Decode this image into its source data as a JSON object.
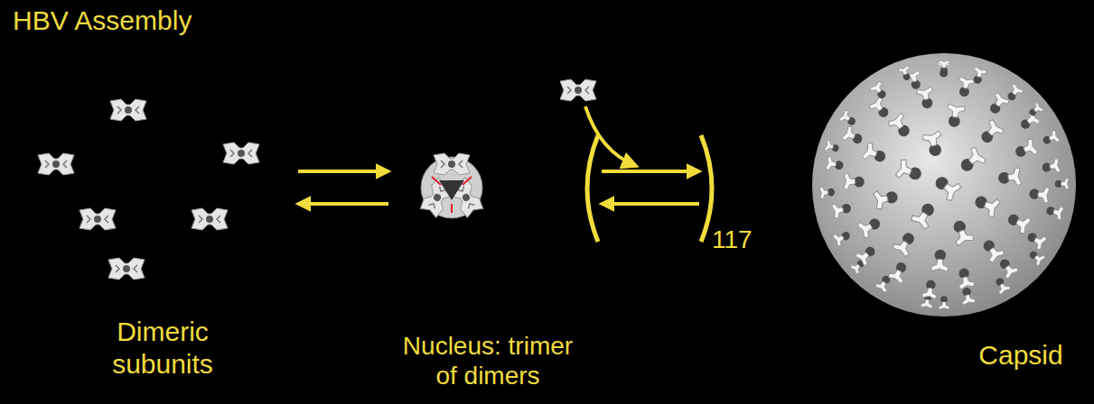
{
  "diagram": {
    "title": "HBV Assembly",
    "nodes": [
      {
        "text": [
          "Dimeric subunits"
        ]
      },
      {
        "text": [
          "Nucleus: trimer of dimers"
        ]
      },
      {
        "text": [
          "Capsid"
        ]
      }
    ],
    "edges": [
      {
        "from": 0,
        "to": 1,
        "arrow": "to"
      },
      {
        "from": 1,
        "to": 0,
        "arrow": "to"
      },
      {
        "from": 1,
        "to": 2,
        "arrow": "to"
      },
      {
        "from": 2,
        "to": 1,
        "arrow": "to"
      }
    ],
    "labels": [
      "117"
    ]
  }
}
